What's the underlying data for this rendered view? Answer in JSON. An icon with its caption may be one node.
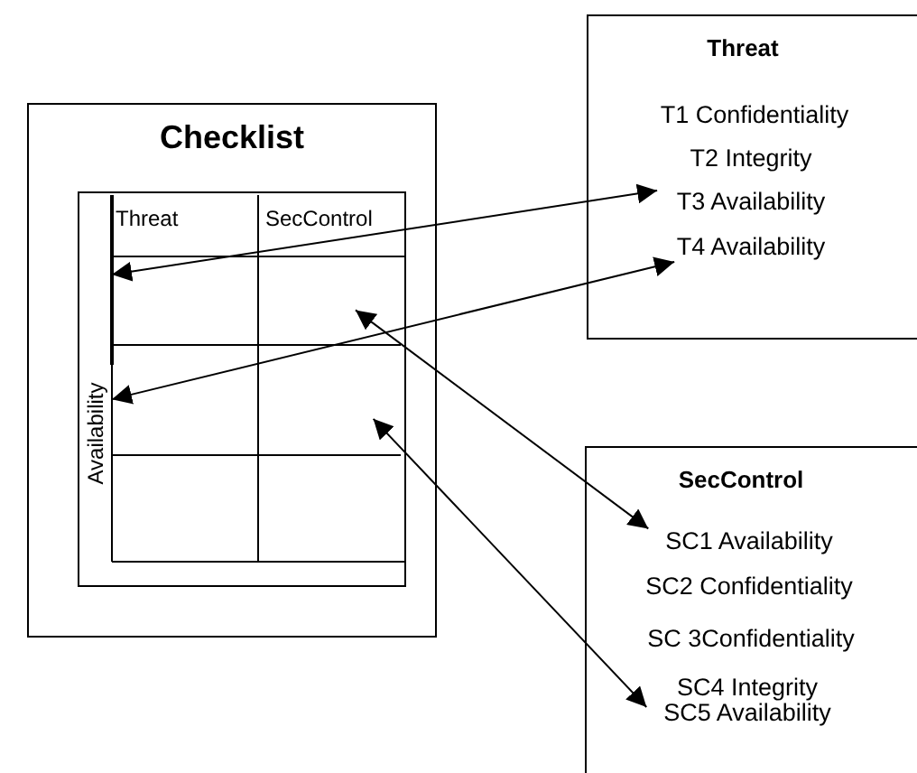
{
  "diagram": {
    "nodes": [
      {
        "text": [
          "Checklist"
        ]
      },
      {
        "text": [],
        "shape": "box",
        "in": 0
      },
      {
        "text": [
          "Availability"
        ],
        "in": 1
      },
      {
        "text": [
          "Threat"
        ]
      },
      {
        "text": [
          "T1 Confidentiality"
        ],
        "in": 3
      },
      {
        "text": [
          "T2 Integrity"
        ],
        "in": 3
      },
      {
        "text": [
          "T3 Availability"
        ],
        "in": 3
      },
      {
        "text": [
          "T4 Availability"
        ],
        "in": 3
      },
      {
        "text": [
          "SecControl"
        ]
      },
      {
        "text": [
          "SC1 Availability"
        ],
        "in": 8
      },
      {
        "text": [
          "SC2 Confidentiality"
        ],
        "in": 8
      },
      {
        "text": [
          "SC 3Confidentiality"
        ],
        "in": 8
      },
      {
        "text": [
          "SC4 Integrity"
        ],
        "in": 8
      },
      {
        "text": [
          "SC5 Availability"
        ],
        "in": 8
      }
    ],
    "edges": [
      {
        "from": 2,
        "to": 6,
        "arrow": "both"
      },
      {
        "from": 2,
        "to": 7,
        "arrow": "both"
      },
      {
        "from": 1,
        "to": 9,
        "arrow": "both"
      },
      {
        "from": 1,
        "to": 13,
        "arrow": "both"
      }
    ],
    "labels": [
      "Threat",
      "SecControl"
    ]
  }
}
